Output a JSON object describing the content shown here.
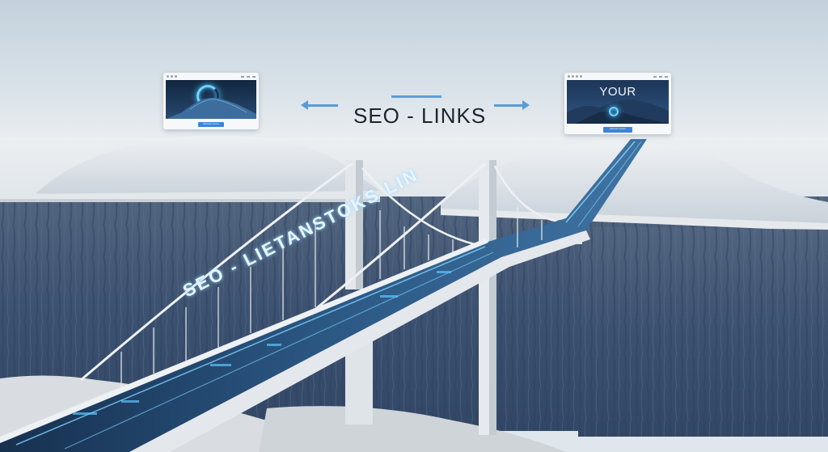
{
  "scene": {
    "description": "Suspension bridge spanning a snowy chasm between two hills, connecting two browser windows",
    "colors": {
      "sky": "#c9d6df",
      "cliff": "#3f5470",
      "snow": "#e7e9ec",
      "bridge": "#e3e7eb",
      "deck": "#1f3a5c",
      "glow": "#4cc4ff",
      "accent": "#5a9cd8"
    }
  },
  "header": {
    "title": "SEO - LINKS",
    "left_arrow_icon": "arrow-left-icon",
    "right_arrow_icon": "arrow-right-icon"
  },
  "left_window": {
    "icon": "crescent-ring-icon",
    "button_label": "Website button"
  },
  "right_window": {
    "headline": "YOUR",
    "icon": "glowing-ring-icon",
    "button_label": "Website button"
  },
  "bridge": {
    "deck_text": "SEO - LIETANSTOKS LIN"
  }
}
